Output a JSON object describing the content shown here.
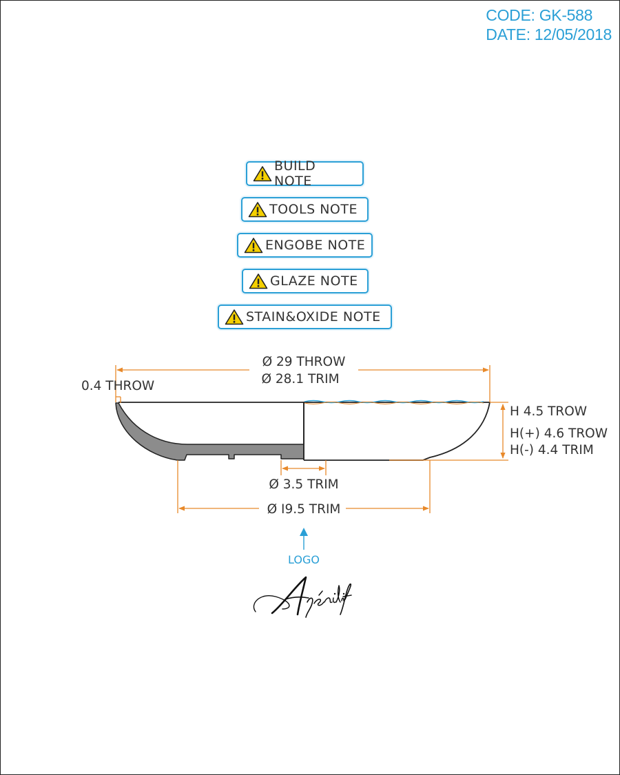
{
  "header": {
    "code": "CODE: GK-588",
    "date": "DATE: 12/05/2018"
  },
  "notes": [
    {
      "label": "BUILD NOTE",
      "icon": "warning-icon"
    },
    {
      "label": "TOOLS NOTE",
      "icon": "warning-icon"
    },
    {
      "label": "ENGOBE NOTE",
      "icon": "warning-icon"
    },
    {
      "label": "GLAZE NOTE",
      "icon": "warning-icon"
    },
    {
      "label": "STAIN&OXIDE NOTE",
      "icon": "warning-icon"
    }
  ],
  "dimensions": {
    "rim_thickness": "0.4 THROW",
    "diameter_throw": "Ø 29 THROW",
    "diameter_trim": "Ø 28.1 TRIM",
    "height_throw": "H 4.5 TROW",
    "height_plus": "H(+) 4.6 TROW",
    "height_minus": "H(-) 4.4 TRIM",
    "inner_foot_trim": "Ø 3.5 TRIM",
    "foot_trim": "Ø I9.5 TRIM"
  },
  "logo": {
    "label": "LOGO",
    "signature": "Apéritif"
  },
  "colors": {
    "accent_blue": "#2a9fd6",
    "dimension_orange": "#e8892a",
    "warning_yellow": "#f5d000",
    "profile_gray": "#8c8c8c"
  }
}
